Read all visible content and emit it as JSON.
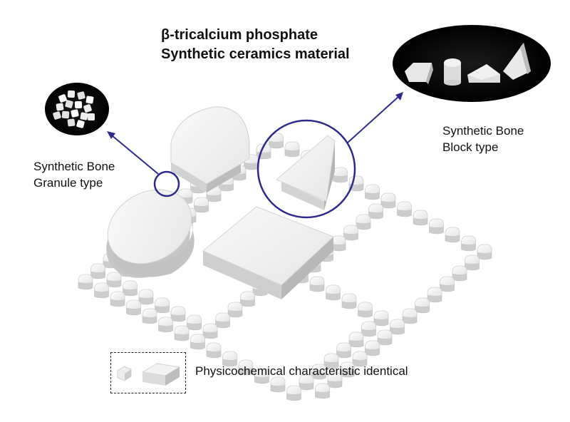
{
  "title": {
    "line1": "β-tricalcium phosphate",
    "line2": "Synthetic ceramics material"
  },
  "granule_label": {
    "line1": "Synthetic Bone",
    "line2": "Granule type"
  },
  "block_label": {
    "line1": "Synthetic Bone",
    "line2": "Block type"
  },
  "legend": {
    "text": "Physicochemical characteristic identical"
  },
  "colors": {
    "callout_ring": "#2e2a8c",
    "ceramic_light": "#f2f2f2",
    "ceramic_shade": "#c9c9c9",
    "photo_bg": "#0a0a0a"
  }
}
